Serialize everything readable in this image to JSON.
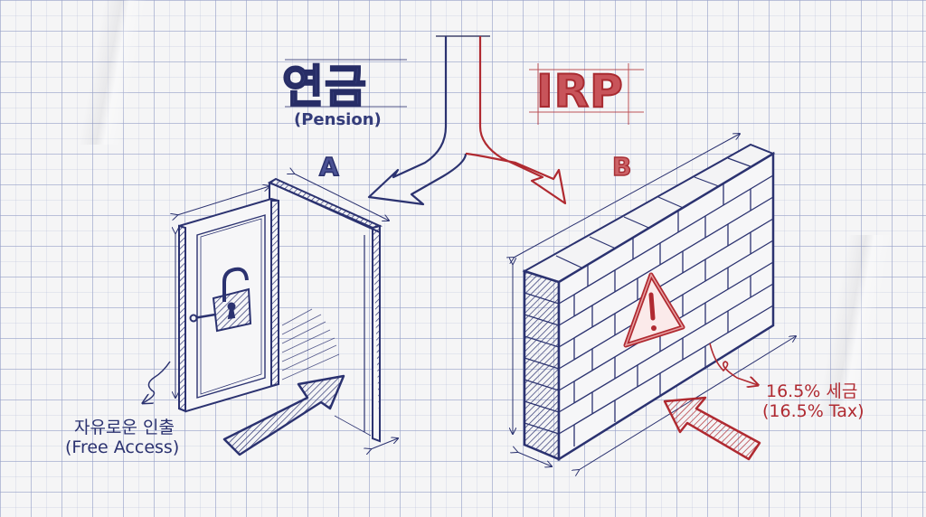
{
  "diagram": {
    "topic": "Pension vs IRP withdrawal comparison",
    "colors": {
      "ink_blue": "#2b3270",
      "ink_red": "#b02a31",
      "paper": "#f5f5f6",
      "grid": "#a0a8cc"
    },
    "left_branch": {
      "title_ko": "연금",
      "title_en": "(Pension)",
      "option_letter": "A",
      "illustration": "open-door-with-unlocked-padlock",
      "caption_ko": "자유로운 인출",
      "caption_en": "(Free Access)"
    },
    "right_branch": {
      "title": "IRP",
      "option_letter": "B",
      "illustration": "brick-wall-with-warning-sign",
      "caption_ko": "16.5% 세금",
      "caption_en": "(16.5% Tax)"
    },
    "icons": {
      "split_arrow": "fork-arrow-icon",
      "lock": "unlocked-padlock-icon",
      "warning": "warning-triangle-icon"
    }
  }
}
